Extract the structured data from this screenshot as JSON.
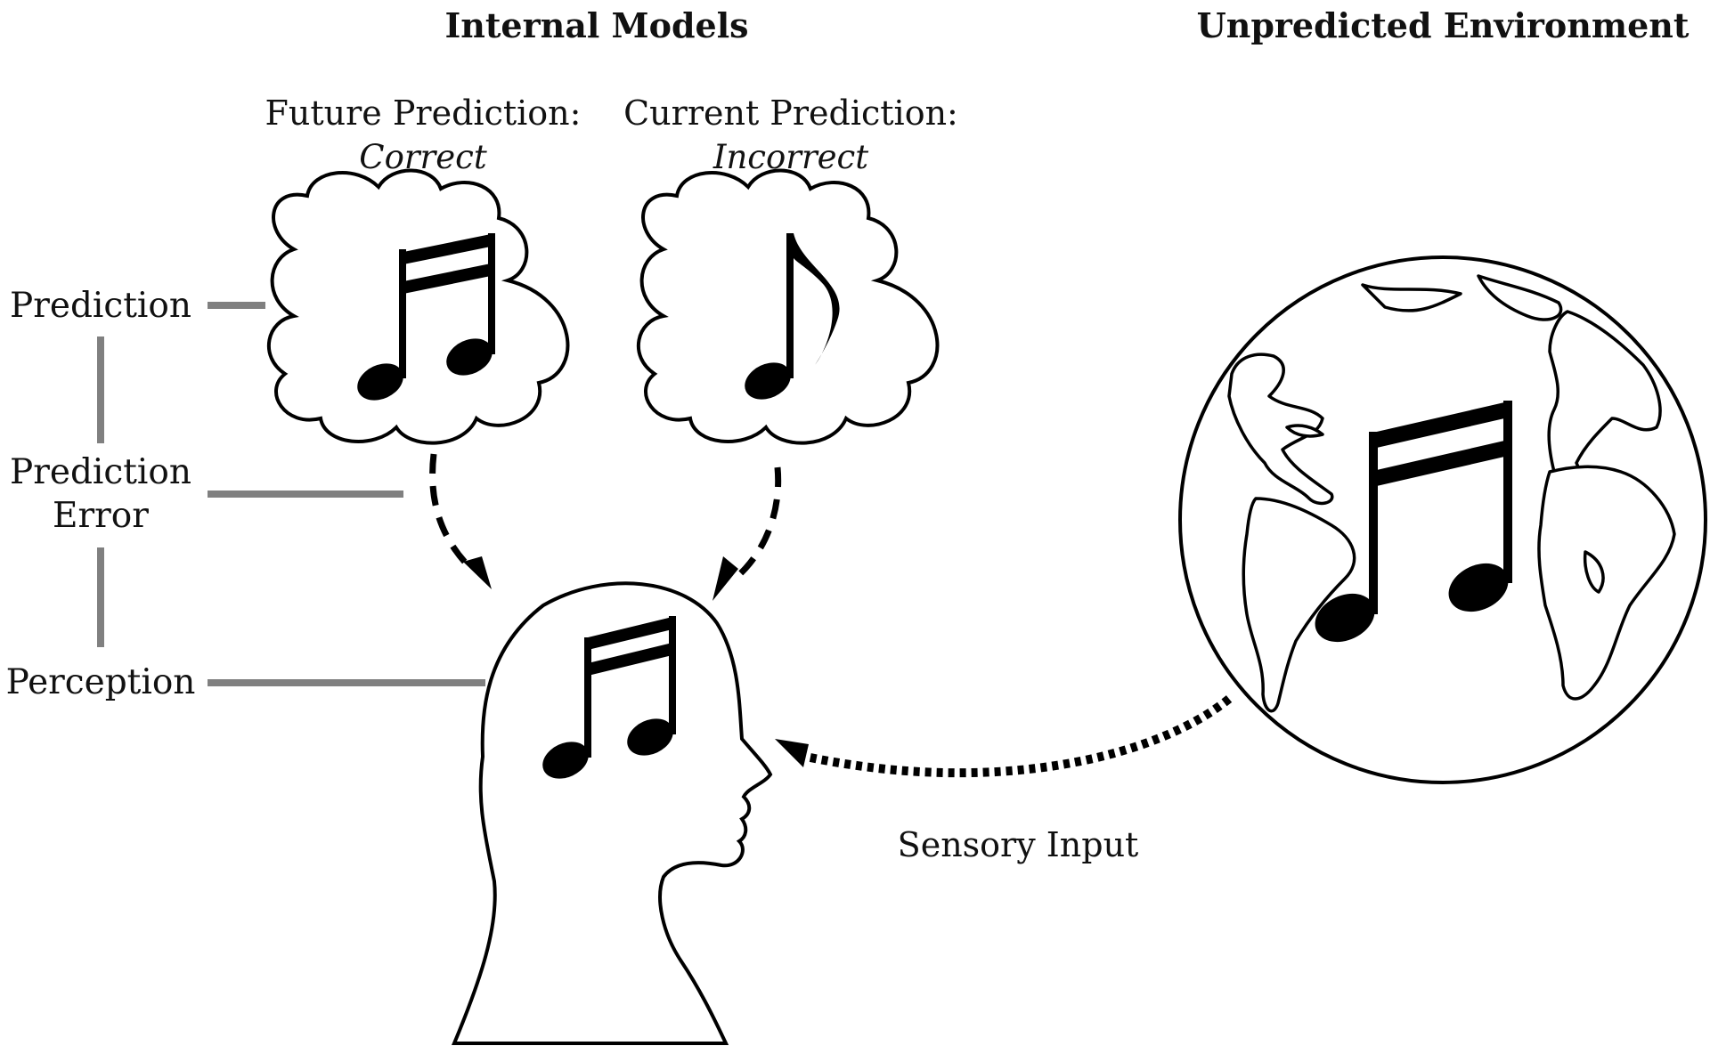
{
  "headings": {
    "internal_models": "Internal Models",
    "unpredicted_environment": "Unpredicted Environment"
  },
  "clouds": {
    "future": {
      "label": "Future Prediction:",
      "status": "Correct",
      "note_icon": "sixteenth-note-pair-icon"
    },
    "current": {
      "label": "Current Prediction:",
      "status": "Incorrect",
      "note_icon": "eighth-note-icon"
    }
  },
  "levels": {
    "prediction": "Prediction",
    "prediction_error_line1": "Prediction",
    "prediction_error_line2": "Error",
    "perception": "Perception"
  },
  "sensory_input": "Sensory Input",
  "colors": {
    "ink": "#000000",
    "bracket": "#808080",
    "background": "#ffffff"
  }
}
